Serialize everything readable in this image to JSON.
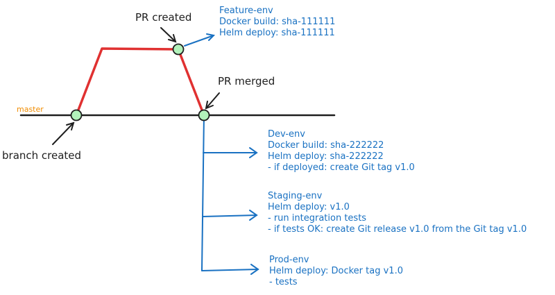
{
  "branch": {
    "name": "master"
  },
  "events": {
    "branch_created": "branch created",
    "pr_created": "PR created",
    "pr_merged": "PR merged"
  },
  "environments": {
    "feature": {
      "title": "Feature-env",
      "lines": [
        "Docker build: sha-111111",
        "Helm deploy: sha-111111"
      ]
    },
    "dev": {
      "title": "Dev-env",
      "lines": [
        "Docker build: sha-222222",
        "Helm deploy: sha-222222",
        "- if deployed: create Git tag v1.0"
      ]
    },
    "staging": {
      "title": "Staging-env",
      "lines": [
        "Helm deploy: v1.0",
        "- run integration tests",
        "- if tests OK: create Git release v1.0 from the Git tag v1.0"
      ]
    },
    "prod": {
      "title": "Prod-env",
      "lines": [
        "Helm deploy: Docker tag v1.0",
        "- tests"
      ]
    }
  },
  "colors": {
    "master_line": "#1e1e1e",
    "feature_branch": "#e03131",
    "commit_node": "#b2f2bb",
    "deploy_arrows": "#1971c2",
    "branch_label": "#f08c00"
  }
}
